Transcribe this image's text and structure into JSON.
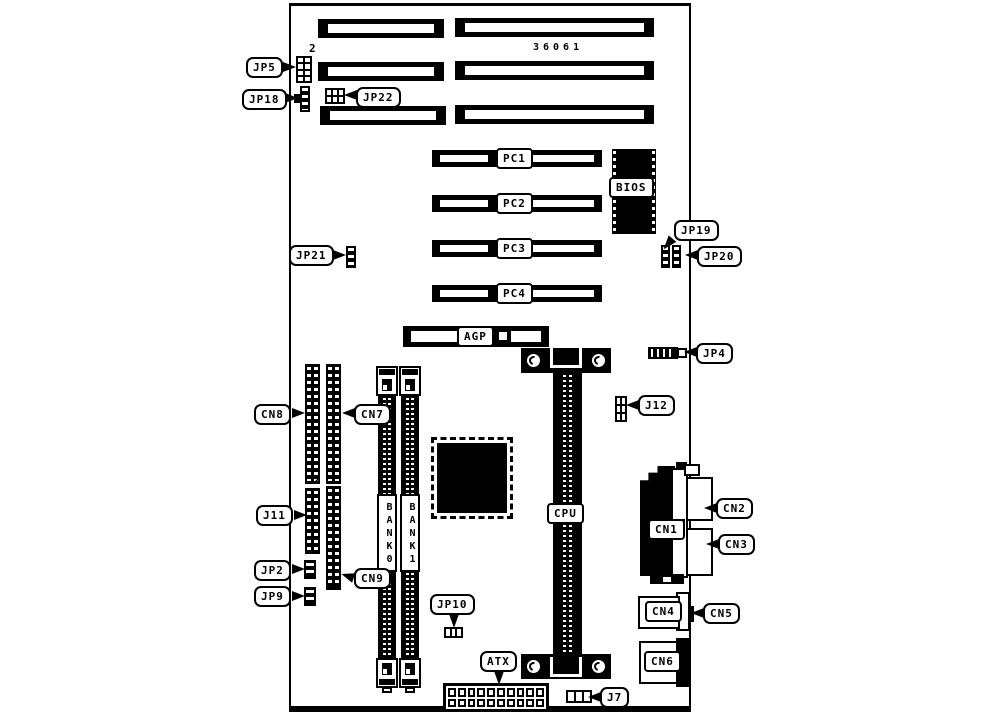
{
  "board": {
    "part_number": "36061",
    "pin_marker": "2"
  },
  "labels": {
    "jp5": "JP5",
    "jp18": "JP18",
    "jp22": "JP22",
    "jp21": "JP21",
    "jp19": "JP19",
    "jp20": "JP20",
    "jp4": "JP4",
    "jp2": "JP2",
    "jp9": "JP9",
    "jp10": "JP10",
    "j7": "J7",
    "j11": "J11",
    "j12": "J12",
    "pc1": "PC1",
    "pc2": "PC2",
    "pc3": "PC3",
    "pc4": "PC4",
    "agp": "AGP",
    "bios": "BIOS",
    "cpu": "CPU",
    "atx": "ATX",
    "bank0": "BANK0",
    "bank1": "BANK1",
    "cn1": "CN1",
    "cn2": "CN2",
    "cn3": "CN3",
    "cn4": "CN4",
    "cn5": "CN5",
    "cn6": "CN6",
    "cn7": "CN7",
    "cn8": "CN8",
    "cn9": "CN9"
  },
  "colors": {
    "ink": "#000000",
    "paper": "#ffffff"
  }
}
